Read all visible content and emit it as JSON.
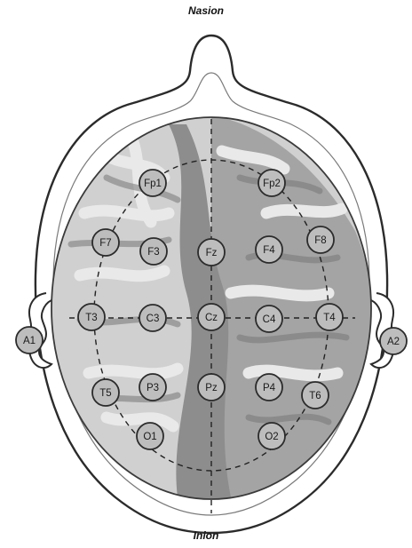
{
  "labels": {
    "top": "Nasion",
    "bottom": "Inion"
  },
  "electrodes": [
    {
      "id": "Fp1",
      "label": "Fp1"
    },
    {
      "id": "Fp2",
      "label": "Fp2"
    },
    {
      "id": "F7",
      "label": "F7"
    },
    {
      "id": "F3",
      "label": "F3"
    },
    {
      "id": "Fz",
      "label": "Fz"
    },
    {
      "id": "F4",
      "label": "F4"
    },
    {
      "id": "F8",
      "label": "F8"
    },
    {
      "id": "A1",
      "label": "A1"
    },
    {
      "id": "T3",
      "label": "T3"
    },
    {
      "id": "C3",
      "label": "C3"
    },
    {
      "id": "Cz",
      "label": "Cz"
    },
    {
      "id": "C4",
      "label": "C4"
    },
    {
      "id": "T4",
      "label": "T4"
    },
    {
      "id": "A2",
      "label": "A2"
    },
    {
      "id": "T5",
      "label": "T5"
    },
    {
      "id": "P3",
      "label": "P3"
    },
    {
      "id": "Pz",
      "label": "Pz"
    },
    {
      "id": "P4",
      "label": "P4"
    },
    {
      "id": "T6",
      "label": "T6"
    },
    {
      "id": "O1",
      "label": "O1"
    },
    {
      "id": "O2",
      "label": "O2"
    }
  ],
  "colors": {
    "electrode_fill": "#bdbdbd",
    "brain_light": "#cfcfcf",
    "brain_dark": "#8f8f8f",
    "outline": "#2b2b2b"
  }
}
